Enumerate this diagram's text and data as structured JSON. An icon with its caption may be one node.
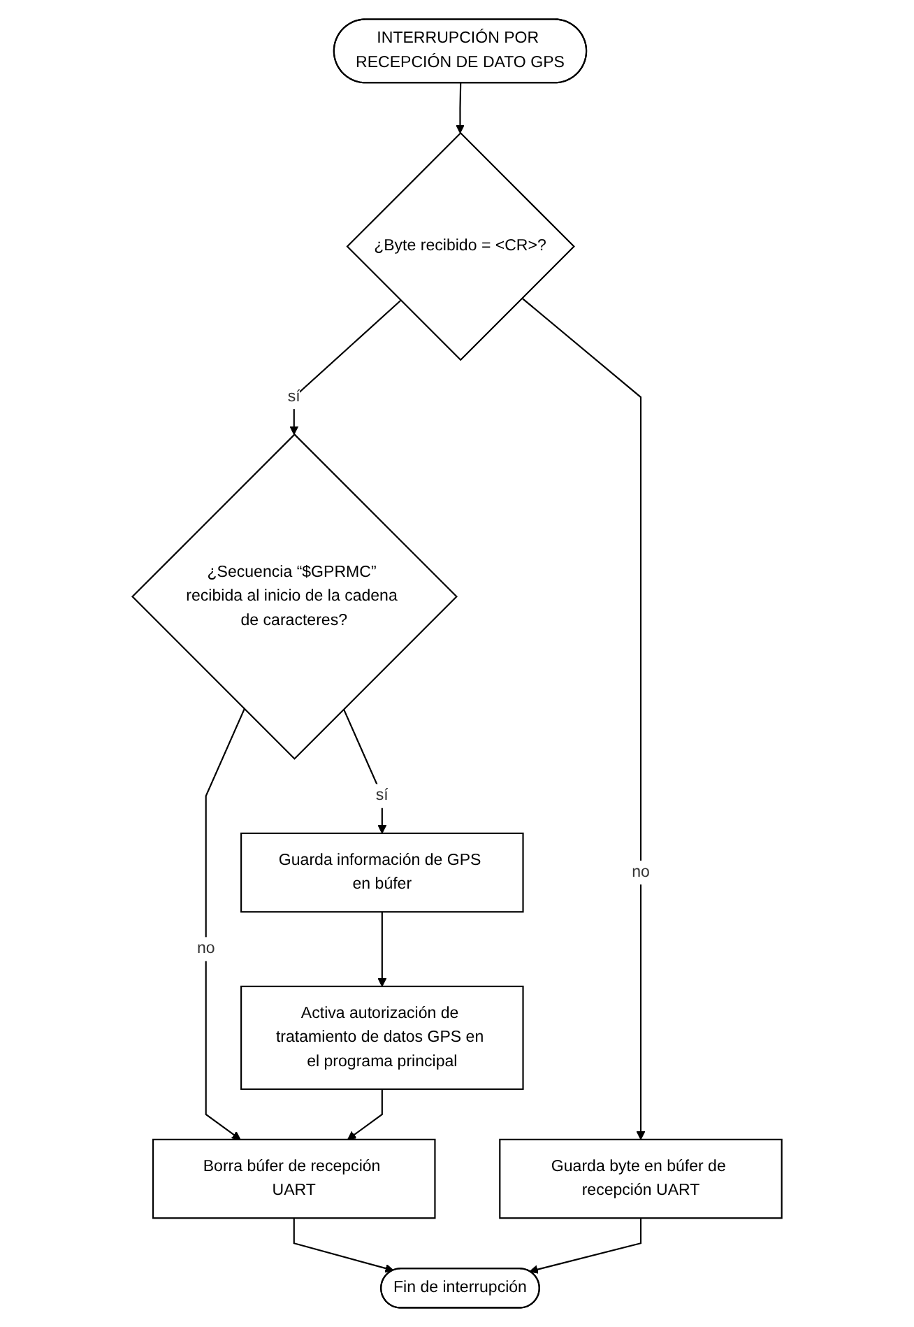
{
  "diagram": {
    "nodes": [
      {
        "text": [
          "INTERRUPCIÓN POR RECEPCIÓN DE DATO GPS"
        ]
      },
      {
        "text": [
          "¿Byte recibido = <CR>?"
        ]
      },
      {
        "text": [
          "¿Secuencia “$GPRMC” recibida al inicio de la cadena de caracteres?"
        ]
      },
      {
        "text": [
          "Guarda byte en búfer de recepción UART"
        ]
      },
      {
        "text": [
          "Guarda información de GPS en búfer"
        ]
      },
      {
        "text": [
          "Activa autorización de tratamiento de datos GPS en el programa principal"
        ]
      },
      {
        "text": [
          "Borra búfer de recepción UART"
        ]
      },
      {
        "text": [
          "Fin de interrupción"
        ]
      }
    ],
    "edges": [
      {
        "from": 0,
        "to": 1,
        "arrow": "to"
      },
      {
        "from": 1,
        "to": 3,
        "arrow": "to",
        "label": "no"
      },
      {
        "from": 1,
        "to": 2,
        "arrow": "to",
        "label": "sí"
      },
      {
        "from": 2,
        "to": 4,
        "arrow": "to",
        "label": "sí"
      },
      {
        "from": 2,
        "to": 6,
        "arrow": "to",
        "label": "no"
      },
      {
        "from": 4,
        "to": 5,
        "arrow": "to"
      },
      {
        "from": 5,
        "to": 6,
        "arrow": "to"
      },
      {
        "from": 6,
        "to": 7,
        "arrow": "to"
      },
      {
        "from": 3,
        "to": 7,
        "arrow": "to"
      }
    ]
  }
}
